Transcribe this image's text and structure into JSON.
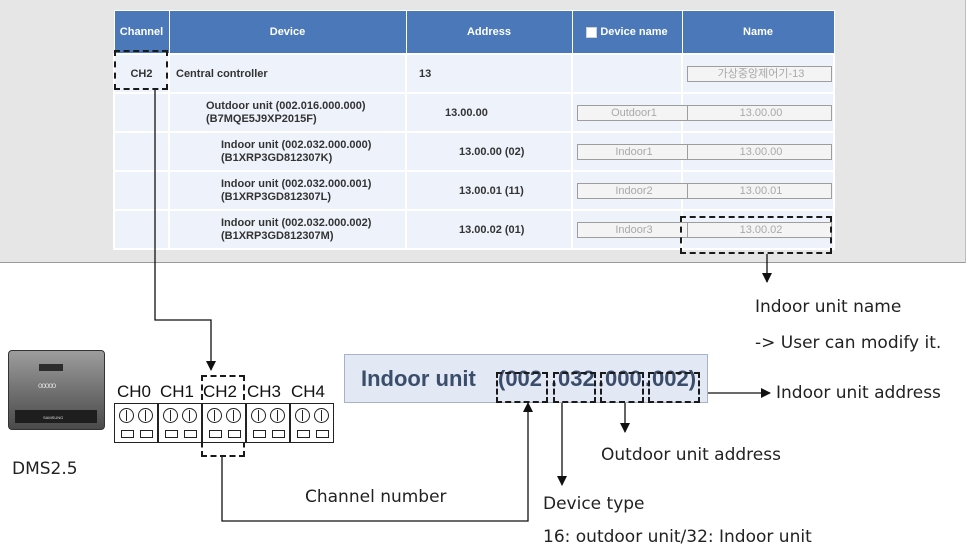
{
  "table": {
    "headers": {
      "channel": "Channel",
      "device": "Device",
      "address": "Address",
      "device_name": "Device name",
      "name": "Name"
    },
    "rows": [
      {
        "channel": "CH2",
        "device": "Central controller",
        "address": "13",
        "device_name": "",
        "name": "가상중앙제어기-13"
      },
      {
        "channel": "",
        "device": "Outdoor unit (002.016.000.000)",
        "device_serial": "(B7MQE5J9XP2015F)",
        "address": "13.00.00",
        "device_name": "Outdoor1",
        "name": "13.00.00"
      },
      {
        "channel": "",
        "device": "Indoor unit (002.032.000.000)",
        "device_serial": "(B1XRP3GD812307K)",
        "address": "13.00.00 (02)",
        "device_name": "Indoor1",
        "name": "13.00.00"
      },
      {
        "channel": "",
        "device": "Indoor unit (002.032.000.001)",
        "device_serial": "(B1XRP3GD812307L)",
        "address": "13.00.01 (11)",
        "device_name": "Indoor2",
        "name": "13.00.01"
      },
      {
        "channel": "",
        "device": "Indoor unit (002.032.000.002)",
        "device_serial": "(B1XRP3GD812307M)",
        "address": "13.00.02 (01)",
        "device_name": "Indoor3",
        "name": "13.00.02"
      }
    ]
  },
  "annotations": {
    "indoor_unit_name": "Indoor unit name",
    "user_modify": "-> User can modify it.",
    "indoor_unit_address": "Indoor unit address",
    "outdoor_unit_address": "Outdoor unit address",
    "device_type": "Device type",
    "device_type_detail": "16: outdoor unit/32: Indoor unit",
    "channel_number": "Channel number",
    "controller_label": "DMS2.5",
    "controller_brand": "SAMSUNG"
  },
  "channels": [
    "CH0",
    "CH1",
    "CH2",
    "CH3",
    "CH4"
  ],
  "enlarged": {
    "prefix": "Indoor unit ",
    "p1": "(002",
    "d1": ".",
    "p2": "032",
    "d2": ".",
    "p3": "000",
    "d3": ".",
    "p4": "002)"
  }
}
